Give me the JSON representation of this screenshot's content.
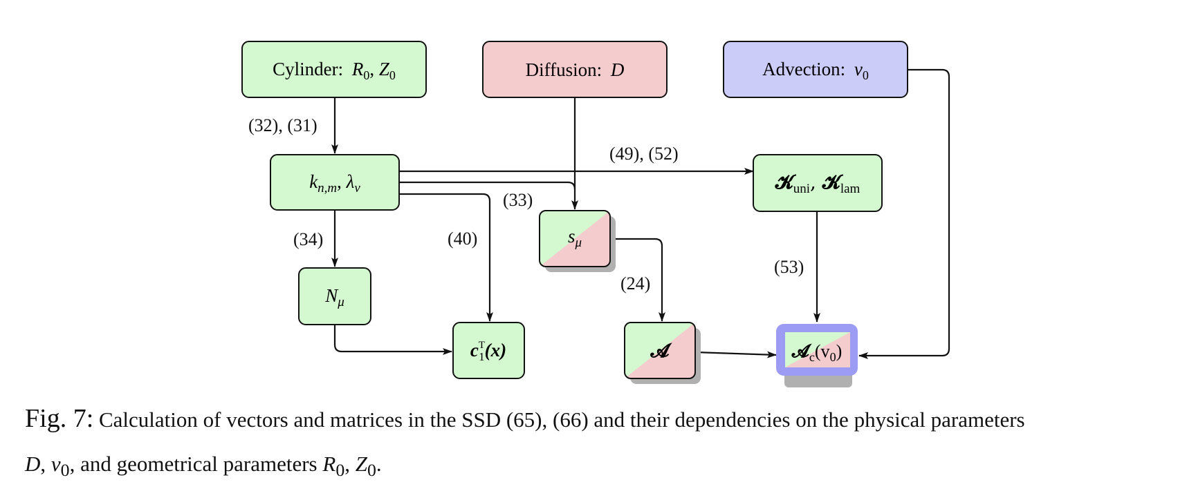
{
  "nodes": {
    "cylinder": {
      "label": "Cylinder:",
      "p1": "R",
      "p1_sub": "0",
      "p2": "Z",
      "p2_sub": "0",
      "color": "#d4f8cf"
    },
    "diffusion": {
      "label": "Diffusion:",
      "p1": "D",
      "color": "#f5cccd"
    },
    "advection": {
      "label": "Advection:",
      "p1": "v",
      "p1_sub": "0",
      "color": "#ccccf8"
    },
    "k_lambda": {
      "a": "k",
      "a_sub": "n,m",
      "b": "λ",
      "b_sub": "ν",
      "color": "#d4f8cf"
    },
    "K_matrices": {
      "a": "𝓚",
      "a_sub": "uni",
      "b": "𝓚",
      "b_sub": "lam",
      "color": "#d4f8cf"
    },
    "s_mu": {
      "a": "s",
      "a_sub": "μ"
    },
    "N_mu": {
      "a": "N",
      "a_sub": "μ",
      "color": "#d4f8cf"
    },
    "c1": {
      "a": "c",
      "a_sup": "T",
      "a_sub": "1",
      "arg": "(x)",
      "color": "#d4f8cf"
    },
    "A": {
      "a": "𝓐"
    },
    "A_c": {
      "a": "𝓐",
      "a_sub": "c",
      "arg": "(v",
      "arg_sub": "0",
      "arg_close": ")",
      "border": "#9c9cf5"
    }
  },
  "edge_labels": {
    "cyl_to_k": "(32), (31)",
    "k_to_K": "(49), (52)",
    "d_to_s": "(33)",
    "k_to_N": "(34)",
    "k_to_c": "(40)",
    "s_to_A": "(24)",
    "K_to_Ac": "(53)"
  },
  "caption": {
    "fig_label": "Fig. 7:",
    "text": "Calculation of vectors and matrices in the SSD (65), (66) and their dependencies on the physical parameters",
    "line2_D": "D",
    "line2_v": "v",
    "line2_v_sub": "0",
    "line2_mid": ", and geometrical parameters",
    "line2_R": "R",
    "line2_R_sub": "0",
    "line2_Z": "Z",
    "line2_Z_sub": "0"
  },
  "colors": {
    "green": "#d4f8cf",
    "red": "#f5cccd",
    "blue": "#ccccf8",
    "ac_border": "#9c9cf5",
    "shadow": "#b0b0b0"
  }
}
